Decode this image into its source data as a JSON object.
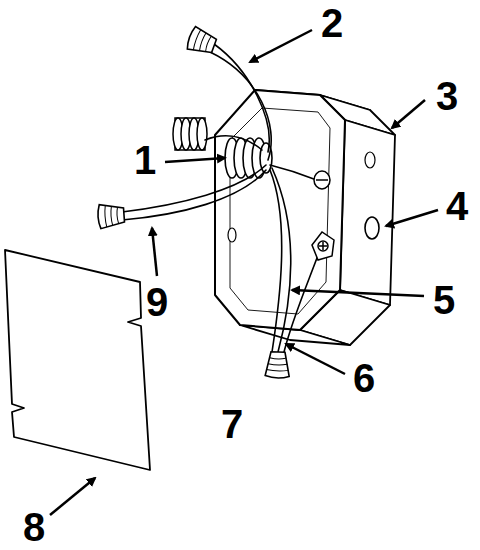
{
  "diagram": {
    "labels": [
      "2",
      "3",
      "1",
      "4",
      "9",
      "5",
      "6",
      "7",
      "8"
    ]
  }
}
